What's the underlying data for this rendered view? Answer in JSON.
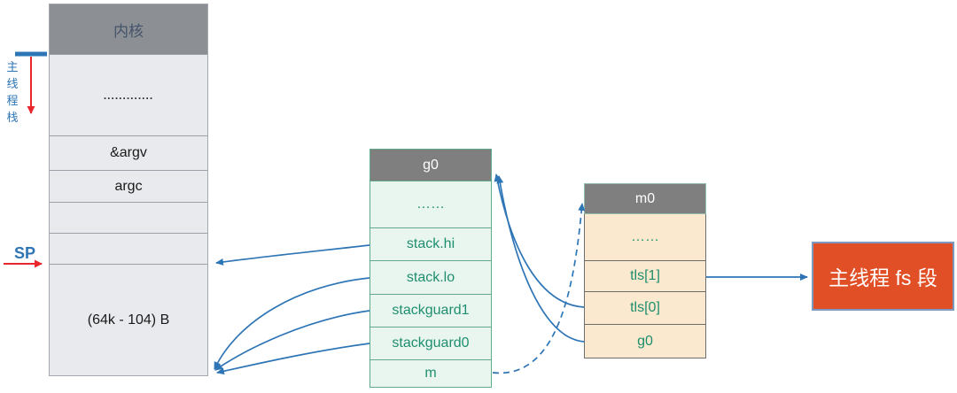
{
  "stack": {
    "header": "内核",
    "side_label": "主线程栈",
    "sp_label": "SP",
    "rows": {
      "dots": ".............",
      "argv": "&argv",
      "argc": "argc",
      "empty1": "",
      "empty2": "",
      "size": "(64k - 104) B"
    }
  },
  "g0_table": {
    "header": "g0",
    "rows": [
      "……",
      "stack.hi",
      "stack.lo",
      "stackguard1",
      "stackguard0",
      "m"
    ]
  },
  "m0_table": {
    "header": "m0",
    "rows": [
      "……",
      "tls[1]",
      "tls[0]",
      "g0"
    ]
  },
  "fs_box": {
    "label": "主线程 fs 段"
  },
  "colors": {
    "arrow_blue": "#2e75b6",
    "marker_red": "#e8262b",
    "struct_header_gray": "#7f7f7f",
    "kernel_header_gray": "#8c8f94",
    "kernel_header_text": "#44546a",
    "stack_body_bg": "#e9eaee",
    "green_text": "#1f8e6e",
    "g0_row_bg": "#e9f6f0",
    "g0_border": "#63a98c",
    "m0_row_bg": "#fae9ce",
    "fs_box_bg": "#e14f26",
    "fs_box_border": "#7a9bbf"
  }
}
